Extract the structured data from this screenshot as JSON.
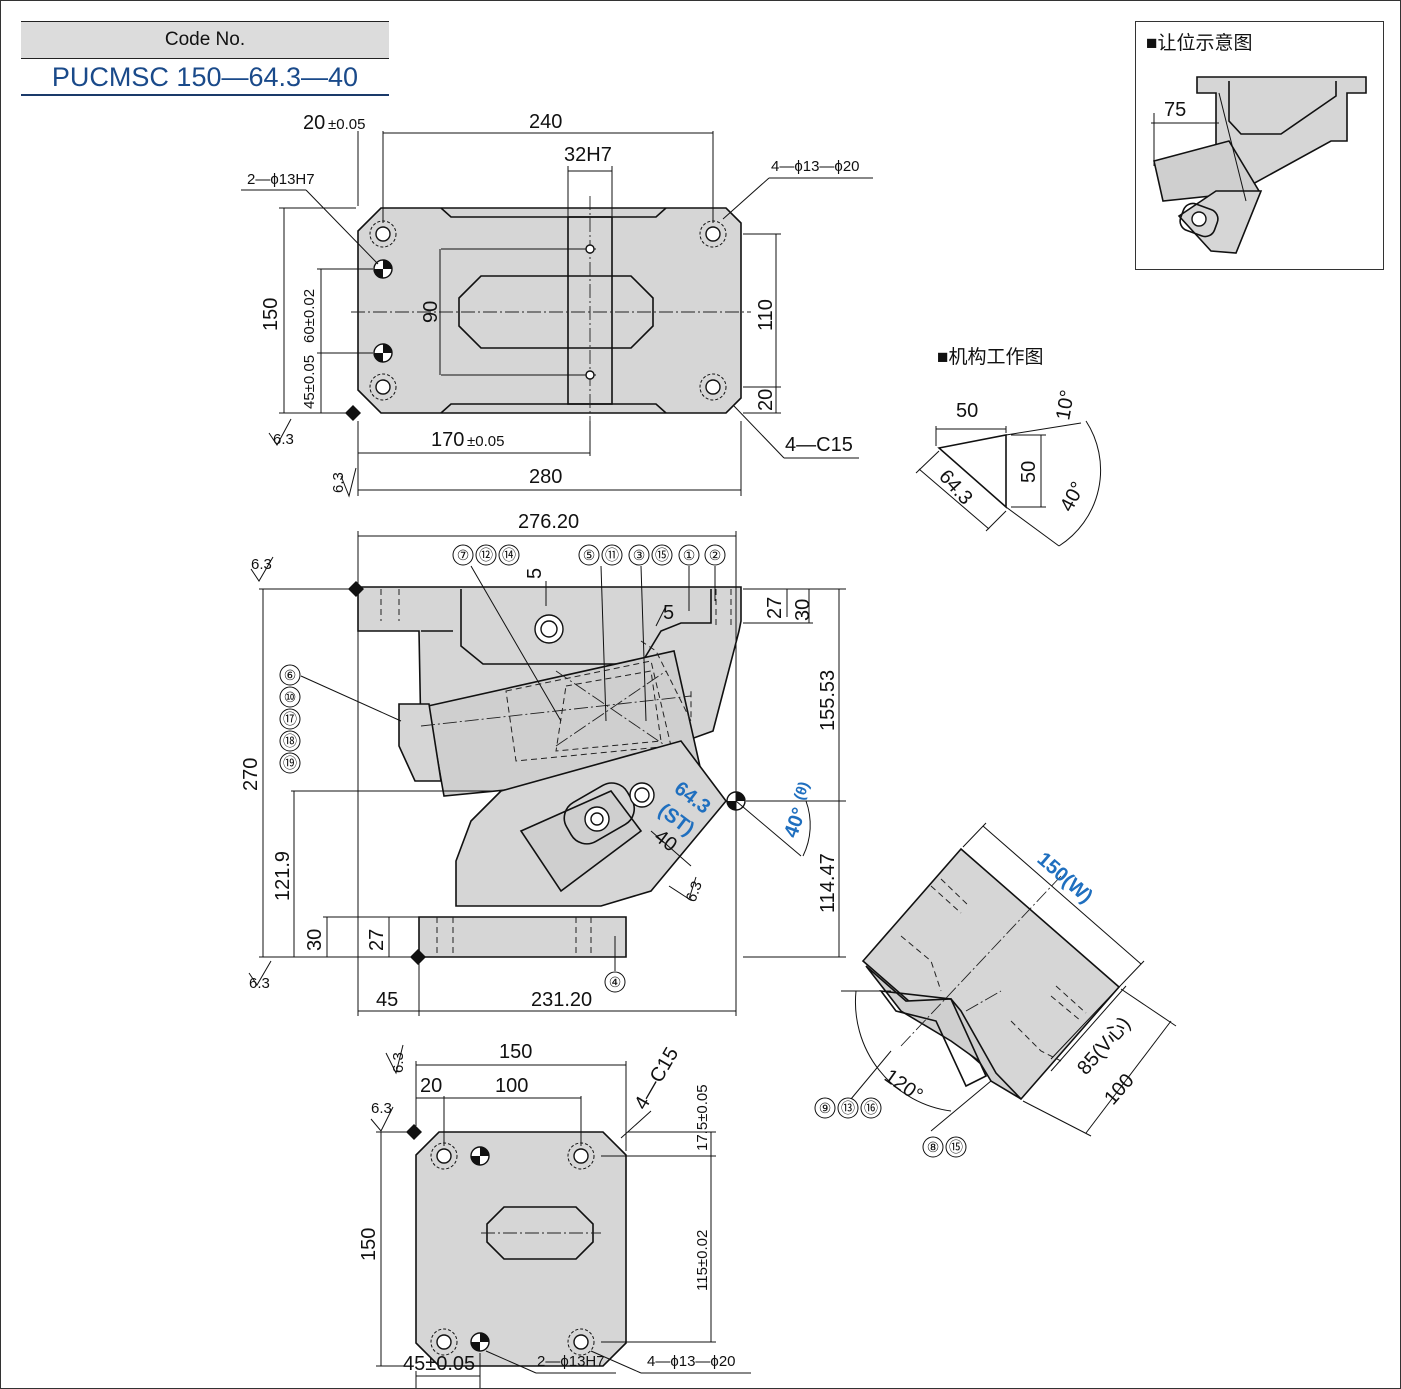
{
  "code": {
    "label": "Code No.",
    "value": "PUCMSC 150—64.3—40"
  },
  "inset": {
    "title": "■让位示意图",
    "dim": "75"
  },
  "mechanism": {
    "title": "■机构工作图",
    "dims": {
      "a": "50",
      "b": "10°",
      "c": "50",
      "d": "64.3",
      "e": "40°"
    }
  },
  "roughness": "6.3",
  "top_view": {
    "d_20": "20",
    "tol_005": "±0.05",
    "d_240": "240",
    "d_32h7": "32H7",
    "hole_holes": "4—ϕ13—ϕ20",
    "pin_holes": "2—ϕ13H7",
    "d_150": "150",
    "d_60": "60±0.02",
    "d_45": "45±0.05",
    "d_90": "90",
    "d_110": "110",
    "d_20r": "20",
    "chamfer": "4—C15",
    "d_170": "170",
    "d_280": "280"
  },
  "front_view": {
    "d_27620": "276.20",
    "d_5a": "5",
    "d_5b": "5",
    "d_27": "27",
    "d_30": "30",
    "d_15553": "155.53",
    "d_270": "270",
    "d_1219": "121.9",
    "d_30b": "30",
    "d_27b": "27",
    "d_11447": "114.47",
    "d_45": "45",
    "d_23120": "231.20",
    "st": "64.3",
    "st_label": "(ST)",
    "d_40": "40",
    "angle": "40°",
    "theta": "(θ)",
    "callouts": {
      "c1": [
        "⑦",
        "⑫",
        "⑭"
      ],
      "c2": [
        "⑤",
        "⑪"
      ],
      "c3": [
        "③",
        "⑮"
      ],
      "c4": "①",
      "c5": "②",
      "c6": [
        "⑥",
        "⑩",
        "⑰",
        "⑱",
        "⑲"
      ],
      "c7": "④"
    }
  },
  "bottom_view": {
    "d_150": "150",
    "d_20": "20",
    "d_100": "100",
    "chamfer": "4—C15",
    "d_175": "17.5±0.05",
    "d_150v": "150",
    "d_115": "115±0.02",
    "d_45": "45±0.05",
    "pin_holes": "2—ϕ13H7",
    "hole_holes": "4—ϕ13—ϕ20"
  },
  "side_view": {
    "width": "150(W)",
    "v": "85(V心)",
    "d_100": "100",
    "angle": "120°",
    "callouts": {
      "c1": [
        "⑨",
        "⑬",
        "⑯"
      ],
      "c2": [
        "⑧",
        "⑮"
      ]
    }
  },
  "colors": {
    "plate": "#d6d6d6",
    "blue": "#1f6fbf",
    "title_blue": "#1a4a8a"
  }
}
